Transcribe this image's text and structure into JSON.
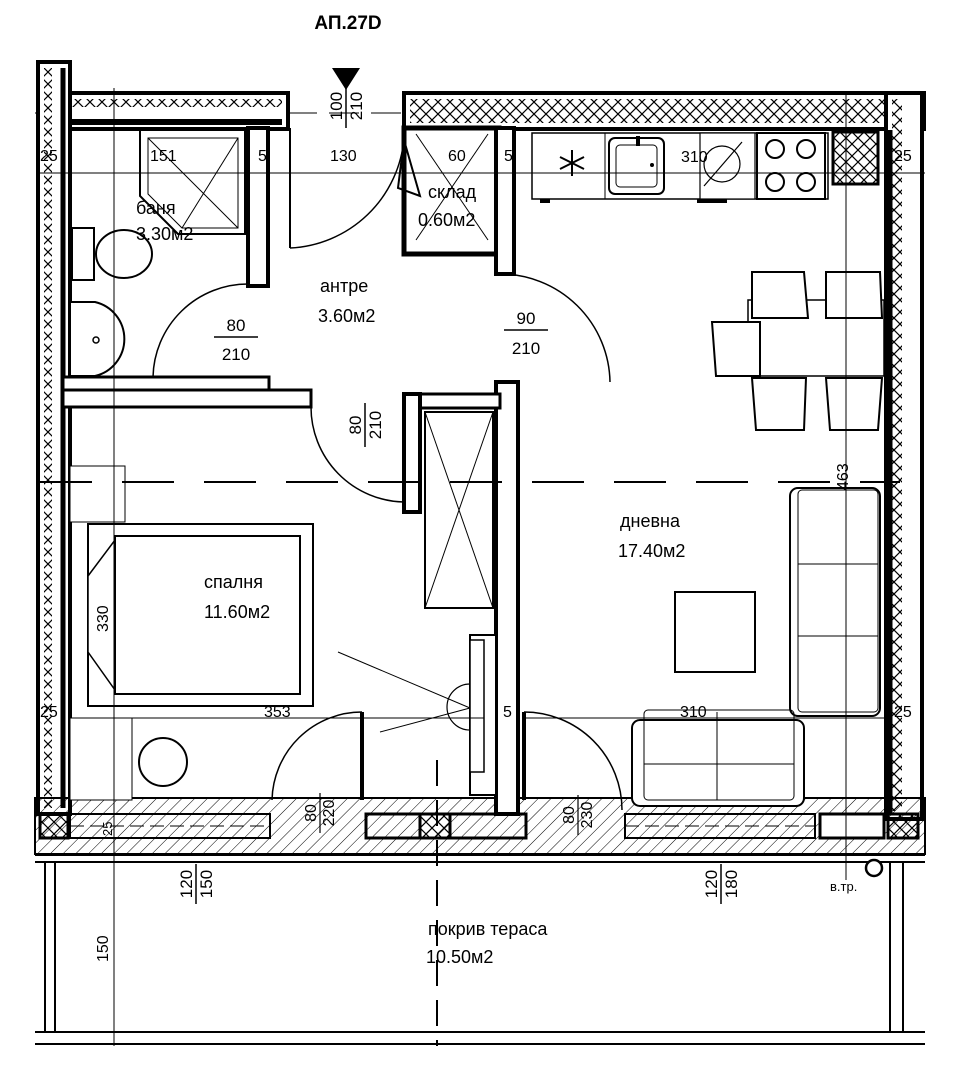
{
  "title": "АП.27D",
  "rooms": {
    "bath": {
      "name": "баня",
      "area": "3.30м2"
    },
    "storage": {
      "name": "склад",
      "area": "0.60м2"
    },
    "hall": {
      "name": "антре",
      "area": "3.60м2"
    },
    "living": {
      "name": "дневна",
      "area": "17.40м2"
    },
    "bedroom": {
      "name": "спалня",
      "area": "11.60м2"
    },
    "terrace": {
      "name": "покрив тераса",
      "area": "10.50м2"
    }
  },
  "doors": {
    "entry": {
      "w": "100",
      "h": "210"
    },
    "bath": {
      "w": "80",
      "h": "210"
    },
    "living": {
      "w": "90",
      "h": "210"
    },
    "bedroom": {
      "w": "80",
      "h": "210"
    },
    "bed_balcony": {
      "w": "80",
      "h": "220"
    },
    "living_balcony": {
      "w": "80",
      "h": "230"
    }
  },
  "windows": {
    "left": {
      "w": "120",
      "h": "150"
    },
    "right": {
      "w": "120",
      "h": "180"
    }
  },
  "dimensions": {
    "bath_width": "151",
    "hall_width": "130",
    "storage_width": "60",
    "kitchen_width": "310",
    "bath_side": "5",
    "storage_side": "5",
    "living_depth": "463",
    "bedroom_depth": "330",
    "bedroom_width": "353",
    "living_width": "310",
    "wall_mid": "5",
    "wall_tl": "25",
    "wall_tr": "25",
    "wall_bl": "25",
    "wall_br": "25",
    "wall_bottom_left": "25",
    "terrace_depth": "150"
  },
  "labels": {
    "downpipe": "в.тр."
  }
}
